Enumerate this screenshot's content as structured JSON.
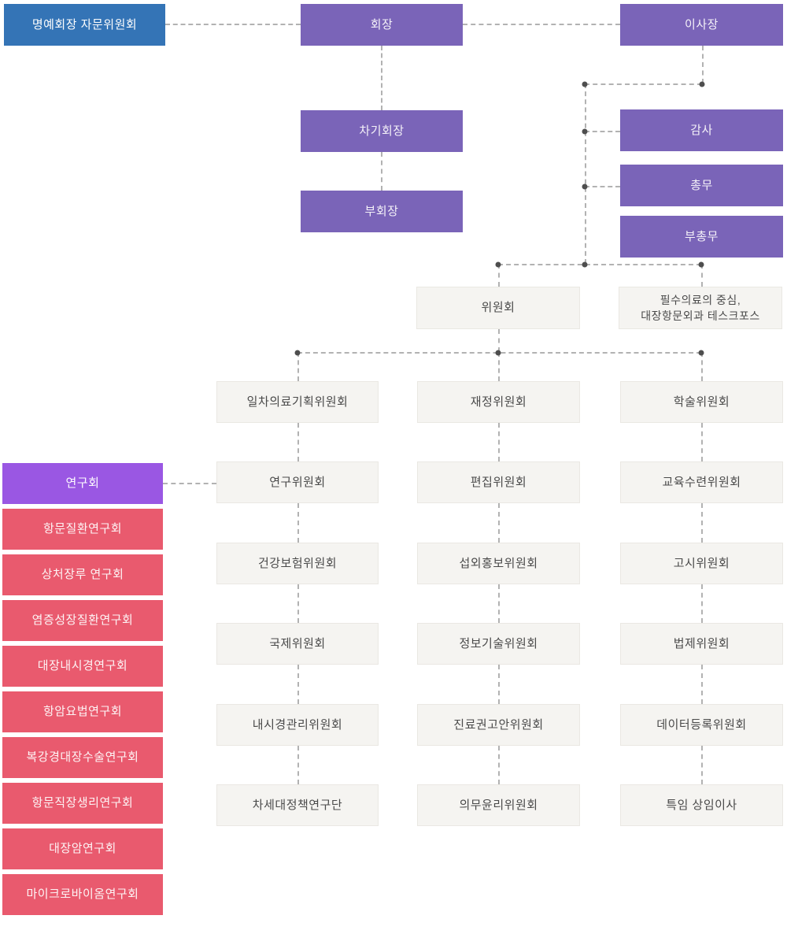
{
  "org_chart": {
    "colors": {
      "leadership_purple": "#7a64b8",
      "advisory_blue": "#3474b6",
      "research_header_purple": "#9a57e3",
      "research_red": "#e95a6e",
      "committee_bg": "#f5f4f1",
      "committee_border": "#eae8e3",
      "connector_gray": "#b2b2b2",
      "dot_gray": "#4e4e4e"
    },
    "leadership": {
      "honorary_advisory": "명예회장 자문위원회",
      "president": "회장",
      "chairman": "이사장",
      "president_elect": "차기회장",
      "vice_president": "부회장",
      "auditor": "감사",
      "general_affairs": "총무",
      "deputy_general_affairs": "부총무"
    },
    "hub": {
      "committee": "위원회",
      "taskforce_line1": "필수의료의 중심,",
      "taskforce_line2": "대장항문외과 테스크포스"
    },
    "committee_columns": [
      {
        "items": [
          "일차의료기획위원회",
          "연구위원회",
          "건강보험위원회",
          "국제위원회",
          "내시경관리위원회",
          "차세대정책연구단"
        ]
      },
      {
        "items": [
          "재정위원회",
          "편집위원회",
          "섭외홍보위원회",
          "정보기술위원회",
          "진료권고안위원회",
          "의무윤리위원회"
        ]
      },
      {
        "items": [
          "학술위원회",
          "교육수련위원회",
          "고시위원회",
          "법제위원회",
          "데이터등록위원회",
          "특임 상임이사"
        ]
      }
    ],
    "research_groups": {
      "header": "연구회",
      "items": [
        "항문질환연구회",
        "상처장루 연구회",
        "염증성장질환연구회",
        "대장내시경연구회",
        "항암요법연구회",
        "복강경대장수술연구회",
        "항문직장생리연구회",
        "대장암연구회",
        "마이크로바이옴연구회"
      ]
    }
  }
}
